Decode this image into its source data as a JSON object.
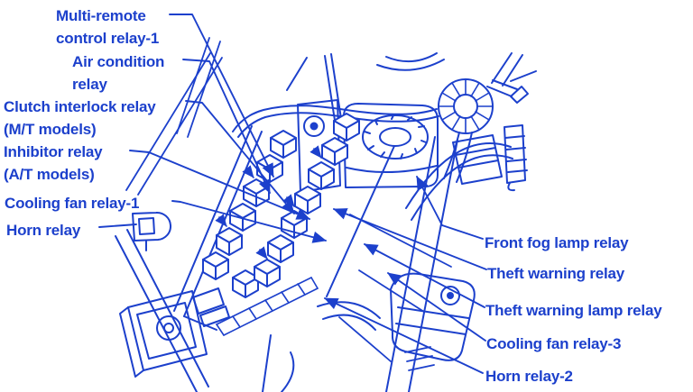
{
  "diagram": {
    "kind": "engine-compartment-relay-location",
    "line_color": "#1c40cc",
    "background_color": "#ffffff",
    "labels_left": [
      {
        "id": "multi-remote-control-relay-1",
        "text": "Multi-remote\ncontrol relay-1"
      },
      {
        "id": "air-condition-relay",
        "text": "Air condition\nrelay"
      },
      {
        "id": "clutch-interlock-relay",
        "text": "Clutch interlock relay\n(M/T models)"
      },
      {
        "id": "inhibitor-relay",
        "text": "Inhibitor relay\n(A/T models)"
      },
      {
        "id": "cooling-fan-relay-1",
        "text": "Cooling fan relay-1"
      },
      {
        "id": "horn-relay",
        "text": "Horn relay"
      }
    ],
    "labels_right": [
      {
        "id": "front-fog-lamp-relay",
        "text": "Front fog lamp relay"
      },
      {
        "id": "theft-warning-relay",
        "text": "Theft warning relay"
      },
      {
        "id": "theft-warning-lamp-relay",
        "text": "Theft warning lamp relay"
      },
      {
        "id": "cooling-fan-relay-3",
        "text": "Cooling fan relay-3"
      },
      {
        "id": "horn-relay-2",
        "text": "Horn relay-2"
      }
    ]
  }
}
